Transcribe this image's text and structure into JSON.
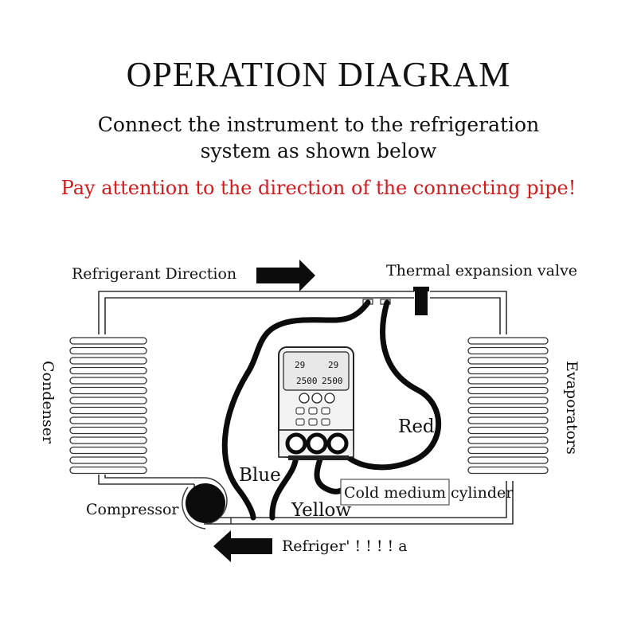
{
  "header": {
    "title": "OPERATION DIAGRAM",
    "subtitle_line1": "Connect the instrument to the refrigeration",
    "subtitle_line2": "system as shown below",
    "warning": "Pay attention to the direction of the connecting pipe!"
  },
  "labels": {
    "refrigerant_direction_top": "Refrigerant Direction",
    "thermal_expansion_valve": "Thermal expansion valve",
    "condenser": "Condenser",
    "evaporators": "Evaporators",
    "compressor": "Compressor",
    "cold_medium_cylinder": "Cold medium cylinder",
    "refrigerant_direction_bottom": "Refriger' ! ! ! ! a"
  },
  "hoses": {
    "red": {
      "label": "Red",
      "color": "#c4161c"
    },
    "blue": {
      "label": "Blue",
      "color": "#1f2f9a"
    },
    "yellow": {
      "label": "Yellow",
      "color": "#e8b420"
    }
  },
  "gauge": {
    "display_left_top": "29",
    "display_right_top": "29",
    "display_left_bottom": "2500",
    "display_right_bottom": "2500"
  },
  "colors": {
    "warning": "#d11c1c",
    "line": "#111111"
  }
}
